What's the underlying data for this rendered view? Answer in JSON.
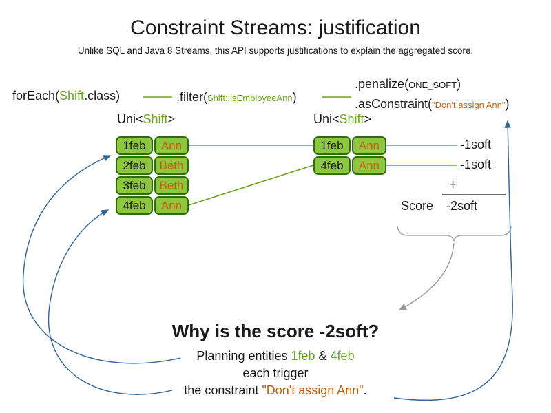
{
  "title": "Constraint Streams: justification",
  "subtitle": "Unlike SQL and Java 8 Streams, this API supports justifications to explain the aggregated score.",
  "code": {
    "foreach": {
      "pre": "forEach(",
      "cls": "Shift",
      "post": ".class)"
    },
    "filter": {
      "pre": ".filter(",
      "arg": "Shift::isEmployeeAnn",
      "post": ")"
    },
    "penalize": {
      "pre": ".penalize(",
      "arg": "ONE_SOFT",
      "post": ")"
    },
    "as_constraint": {
      "pre": ".asConstraint(",
      "arg": "\"Don't assign Ann\"",
      "post": ")"
    }
  },
  "uni_label": {
    "pre": "Uni<",
    "cls": "Shift",
    "post": ">"
  },
  "left_table": {
    "rows": [
      {
        "date": "1feb",
        "name": "Ann"
      },
      {
        "date": "2feb",
        "name": "Beth"
      },
      {
        "date": "3feb",
        "name": "Beth"
      },
      {
        "date": "4feb",
        "name": "Ann"
      }
    ]
  },
  "right_table": {
    "rows": [
      {
        "date": "1feb",
        "name": "Ann"
      },
      {
        "date": "4feb",
        "name": "Ann"
      }
    ]
  },
  "scores": {
    "per_row": [
      "-1soft",
      "-1soft"
    ],
    "plus": "+",
    "label": "Score",
    "total": "-2soft"
  },
  "explanation": {
    "heading": "Why is the score -2soft?",
    "line1": {
      "pre": "Planning entities ",
      "e1": "1feb",
      "mid": " & ",
      "e2": "4feb"
    },
    "line2": "each trigger",
    "line3": {
      "pre": "the constraint ",
      "arg": "\"Don't assign Ann\"",
      "post": "."
    }
  },
  "colors": {
    "green_text": "#69a61d",
    "cell_fill": "#8dc63f",
    "cell_border": "#2f6d12",
    "orange": "#c86008",
    "blue_arrow": "#2e6496",
    "gray_arrow": "#999999"
  }
}
